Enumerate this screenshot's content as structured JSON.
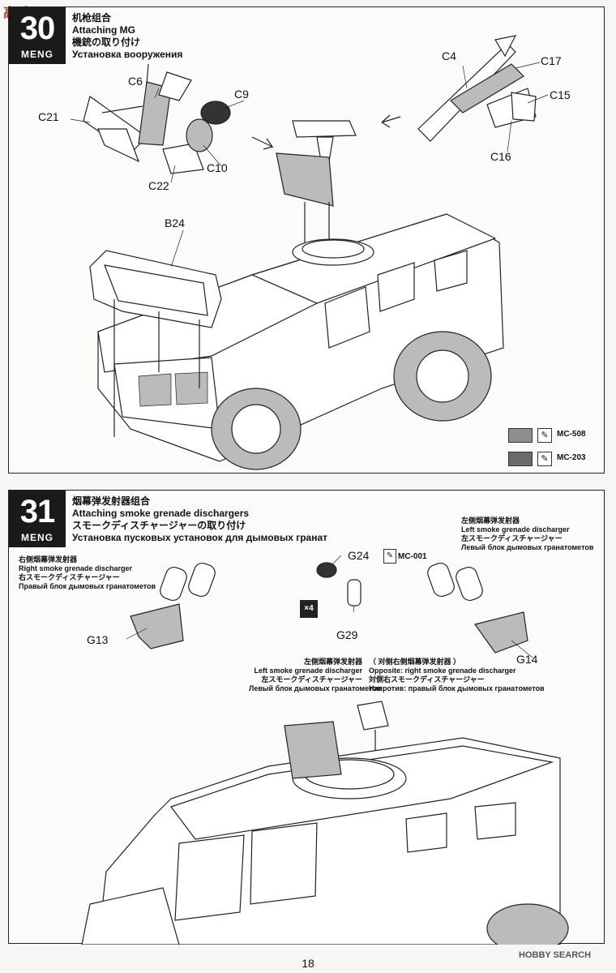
{
  "watermark_logo": "高手网",
  "watermark_bottom": "HOBBY SEARCH",
  "page_number": "18",
  "step30": {
    "number": "30",
    "brand": "MENG",
    "title_cn": "机枪组合",
    "title_en": "Attaching MG",
    "title_jp": "機銃の取り付け",
    "title_ru": "Установка вооружения",
    "parts": [
      "C6",
      "C9",
      "C21",
      "C10",
      "C22",
      "C4",
      "C17",
      "C15",
      "C16",
      "B24"
    ],
    "paints": [
      {
        "code": "MC-508",
        "color": "#8e8e8e"
      },
      {
        "code": "MC-203",
        "color": "#6a6a6a"
      }
    ]
  },
  "step31": {
    "number": "31",
    "brand": "MENG",
    "title_cn": "烟幕弹发射器组合",
    "title_en": "Attaching smoke grenade dischargers",
    "title_jp": "スモークディスチャージャーの取り付け",
    "title_ru": "Установка пусковых установок для дымовых гранат",
    "right_label": {
      "cn": "右侧烟幕弹发射器",
      "en": "Right smoke grenade discharger",
      "jp": "右スモークディスチャージャー",
      "ru": "Правый блок дымовых гранатометов"
    },
    "left_label": {
      "cn": "左侧烟幕弹发射器",
      "en": "Left smoke grenade discharger",
      "jp": "左スモークディスチャージャー",
      "ru": "Левый блок дымовых гранатометов"
    },
    "center_left": {
      "cn": "左侧烟幕弹发射器",
      "en": "Left smoke grenade discharger",
      "jp": "左スモークディスチャージャー",
      "ru": "Левый блок дымовых гранатометов"
    },
    "center_right": {
      "cn": "（ 对侧右侧烟幕弹发射器 ）",
      "en": "Opposite: right smoke grenade discharger",
      "jp": "対側右スモークディスチャージャー",
      "ru": "Напротив: правый блок дымовых гранатометов"
    },
    "parts": [
      "G24",
      "G13",
      "G29",
      "G14"
    ],
    "paint_code": "MC-001",
    "multiplier": "×4"
  }
}
